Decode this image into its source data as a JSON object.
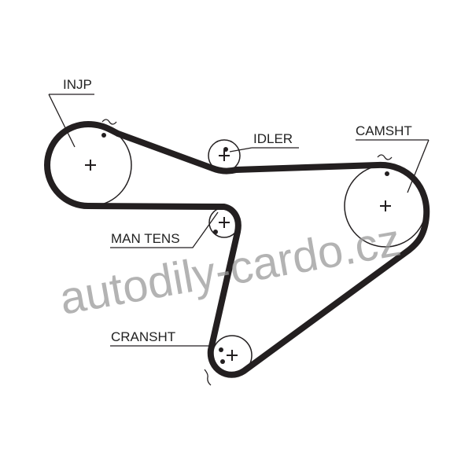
{
  "diagram": {
    "labels": {
      "injp": "INJP",
      "idler": "IDLER",
      "camsht": "CAMSHT",
      "man_tens": "MAN TENS",
      "cransht": "CRANSHT"
    },
    "watermark": "autodily-cardo.cz",
    "colors": {
      "belt": "#231f20",
      "pulley": "#231f20",
      "watermark": "#9a9a9a"
    }
  }
}
